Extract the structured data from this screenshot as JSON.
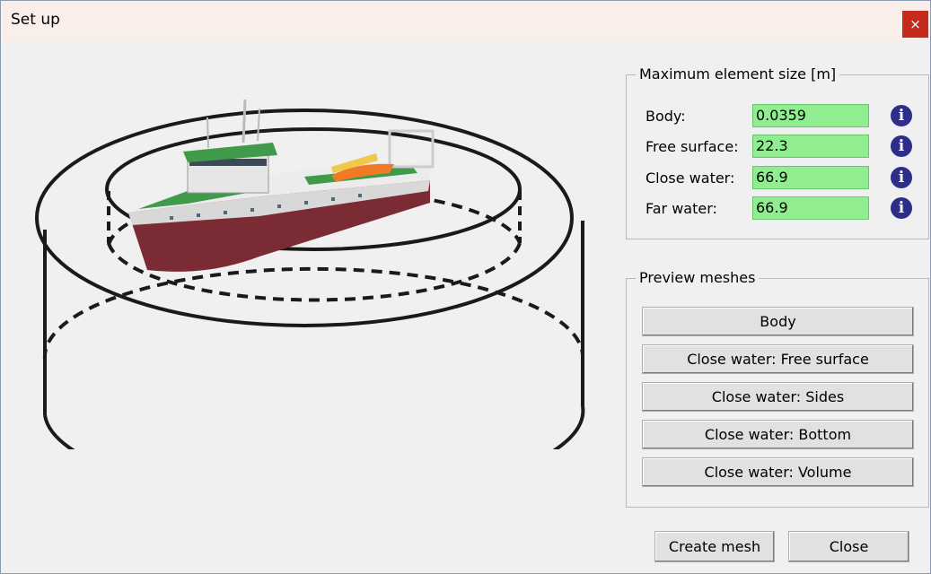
{
  "window": {
    "title": "Set up",
    "close_glyph": "×"
  },
  "element_size": {
    "title": "Maximum element size [m]",
    "rows": [
      {
        "label": "Body:",
        "value": "0.0359",
        "icon": "info-icon"
      },
      {
        "label": "Free surface:",
        "value": "22.3",
        "icon": "info-icon"
      },
      {
        "label": "Close water:",
        "value": "66.9",
        "icon": "info-icon"
      },
      {
        "label": "Far water:",
        "value": "66.9",
        "icon": "info-icon"
      }
    ],
    "field_color": "#90ee90",
    "info_glyph": "i"
  },
  "preview": {
    "title": "Preview meshes",
    "buttons": [
      "Body",
      "Close water: Free surface",
      "Close water: Sides",
      "Close water: Bottom",
      "Close water: Volume"
    ]
  },
  "footer": {
    "create_label": "Create mesh",
    "close_label": "Close"
  },
  "colors": {
    "hull_red": "#7a2b34",
    "deck_green": "#3f9a4a",
    "close_button": "#c42b1c"
  }
}
